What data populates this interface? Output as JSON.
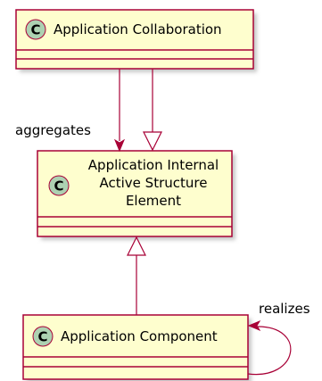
{
  "colors": {
    "class_fill": "#FEFECE",
    "class_border": "#A80036",
    "circle_fill": "#ADD1B2",
    "edge": "#A80036",
    "shadow": "#c8c8c8",
    "text": "#000000"
  },
  "classes": {
    "collaboration": {
      "stereotype_letter": "C",
      "name": "Application Collaboration"
    },
    "internal": {
      "stereotype_letter": "C",
      "name_lines": [
        "Application Internal",
        "Active Structure",
        "Element"
      ]
    },
    "component": {
      "stereotype_letter": "C",
      "name": "Application Component"
    }
  },
  "relations": {
    "aggregates": {
      "label": "aggregates",
      "type": "association-arrow"
    },
    "collab_generalizes": {
      "type": "generalization"
    },
    "component_generalizes": {
      "type": "generalization"
    },
    "realizes": {
      "label": "realizes",
      "type": "self-association-arrow"
    }
  }
}
